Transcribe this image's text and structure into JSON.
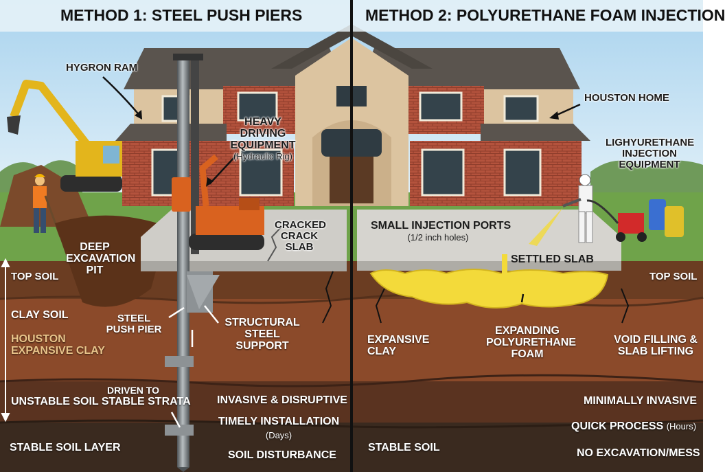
{
  "left": {
    "title": "METHOD 1: STEEL PUSH PIERS",
    "ram_label": "HYGRON RAM",
    "equipment_label": "HEAVY DRIVING EQUIPMENT",
    "equipment_sub": "(Hydraulic Rig)",
    "cracked_label": "CRACKED CRACK SLAB",
    "pit_label": "DEEP EXCAVATION PIT",
    "pier_label": "STEEL PUSH PIER",
    "support_label": "STRUCTURAL STEEL SUPPORT",
    "driven_label": "DRIVEN TO",
    "layers": {
      "top": "TOP SOIL",
      "clay": "CLAY SOIL",
      "houston": "HOUSTON EXPANSIVE CLAY",
      "unstable": "UNSTABLE SOIL STABLE STRATA",
      "stable": "STABLE SOIL LAYER"
    },
    "notes": {
      "invasive": "INVASIVE & DISRUPTIVE",
      "timely": "TIMELY INSTALLATION",
      "days": "(Days)",
      "disturbance": "SOIL DISTURBANCE"
    }
  },
  "right": {
    "title": "METHOD 2: POLYURETHANE FOAM INJECTION",
    "home_label": "HOUSTON HOME",
    "equipment_label": "LIGHYURETHANE INJECTION EQUIPMENT",
    "ports_label": "SMALL INJECTION PORTS",
    "ports_sub": "(1/2 inch holes)",
    "settled_label": "SETTLED SLAB",
    "foam_label": "EXPANDING POLYURETHANE FOAM",
    "layers": {
      "top": "TOP SOIL",
      "expansive": "EXPANSIVE CLAY",
      "void": "VOID FILLING & SLAB LIFTING",
      "stable": "STABLE SOIL"
    },
    "notes": {
      "minimal": "MINIMALLY INVASIVE",
      "quick": "QUICK PROCESS",
      "hours": "(Hours)",
      "no_excavation": "NO EXCAVATION/MESS"
    }
  },
  "colors": {
    "sky": "#bcdff3",
    "brick": "#b4533d",
    "stucco": "#dcc4a0",
    "roof": "#5a544e",
    "concrete": "#cfcdc8",
    "topsoil": "#6b3d22",
    "clay": "#8b4a2a",
    "unstable": "#5a3320",
    "stable": "#3a2a1f",
    "foam": "#f3da3a",
    "steel": "#7d8285",
    "rig": "#d9621f",
    "excavator": "#e3b51c"
  }
}
